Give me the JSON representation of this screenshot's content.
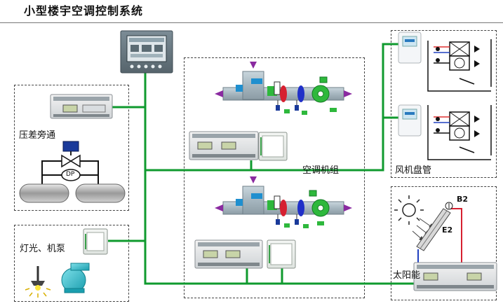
{
  "title": "小型楼宇空调控制系统",
  "labels": {
    "bypass": "压差旁通",
    "dp": "DP",
    "lighting_pumps": "灯光、机泵",
    "ahu": "空调机组",
    "fan_coil": "风机盘管",
    "solar": "太阳能",
    "sensor_b2": "B2",
    "sensor_e2": "E2"
  },
  "colors": {
    "bus": "#0f9a2e",
    "duct": "#a9b9c2",
    "coil_red": "#d62030",
    "coil_blue": "#2030c8",
    "fan": "#2eb83c",
    "arrow": "#8a2aa0",
    "valve": "#1a3a9a"
  }
}
